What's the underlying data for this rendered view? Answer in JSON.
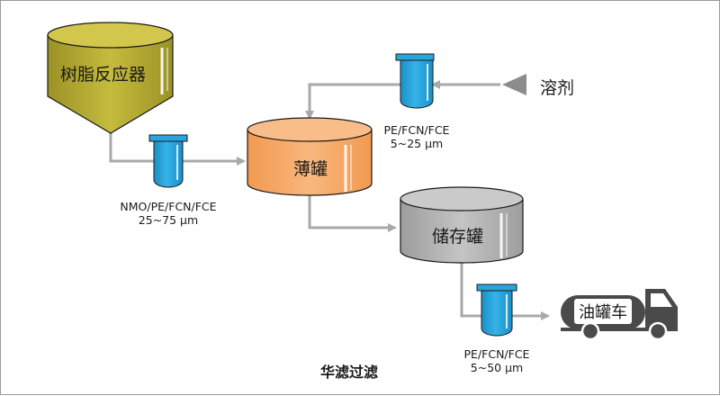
{
  "diagram": {
    "caption": "华滤过滤",
    "vessels": {
      "reactor": "树脂反应器",
      "thin_tank": "薄罐",
      "storage_tank": "储存罐",
      "tanker": "油罐车"
    },
    "solvent_label": "溶剂",
    "filters": {
      "filter1": {
        "line1": "NMO/PE/FCN/FCE",
        "line2": "25~75 µm"
      },
      "filter2": {
        "line1": "PE/FCN/FCE",
        "line2": "5~25 µm"
      },
      "filter3": {
        "line1": "PE/FCN/FCE",
        "line2": "5~50 µm"
      }
    },
    "colors": {
      "reactor": "#b8ad32",
      "thin_tank": "#f4a866",
      "storage_tank": "#b3b3b3",
      "tanker": "#4a4a4a",
      "filter_cartridge": "#29a4dc",
      "pipe": "#a9a9a9"
    }
  }
}
